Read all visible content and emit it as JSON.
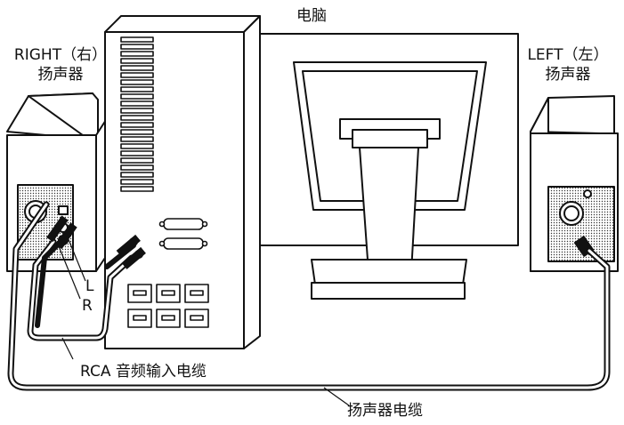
{
  "labels": {
    "computer": "电脑",
    "right_speaker_line1": "RIGHT（右）",
    "right_speaker_line2": "扬声器",
    "left_speaker_line1": "LEFT（左）",
    "left_speaker_line2": "扬声器",
    "plug_l": "L",
    "plug_r": "R",
    "rca_cable": "RCA 音频输入电缆",
    "speaker_cable": "扬声器电缆"
  }
}
